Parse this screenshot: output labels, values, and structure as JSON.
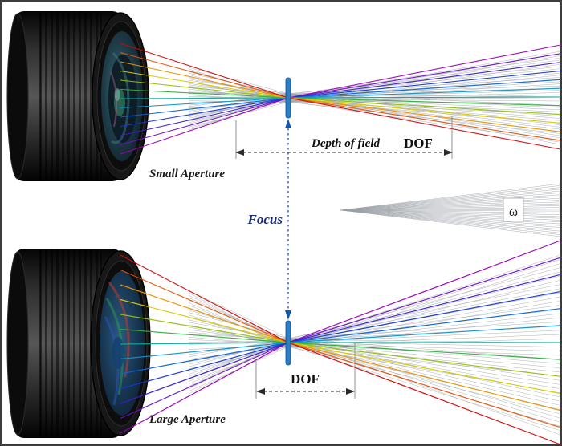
{
  "labels": {
    "small_aperture": "Small Aperture",
    "large_aperture": "Large Aperture",
    "focus": "Focus",
    "depth_of_field": "Depth of field",
    "dof_top": "DOF",
    "dof_bottom": "DOF",
    "omega": "ω"
  },
  "colors": {
    "focus_marker": "#2e7fc2",
    "focus_line": "#1256b0",
    "focus_text": "#152a78",
    "annotation": "#2a2a2a",
    "gray_ray": "#9aa0a6",
    "ray_spectrum": [
      "#9a00b8",
      "#6a10cc",
      "#3a1ecc",
      "#1437d6",
      "#0a62d8",
      "#0b93cc",
      "#07ab9a",
      "#2fae3a",
      "#96bf0a",
      "#d9cb00",
      "#eb9400",
      "#e8540a",
      "#cf0a0a"
    ]
  }
}
